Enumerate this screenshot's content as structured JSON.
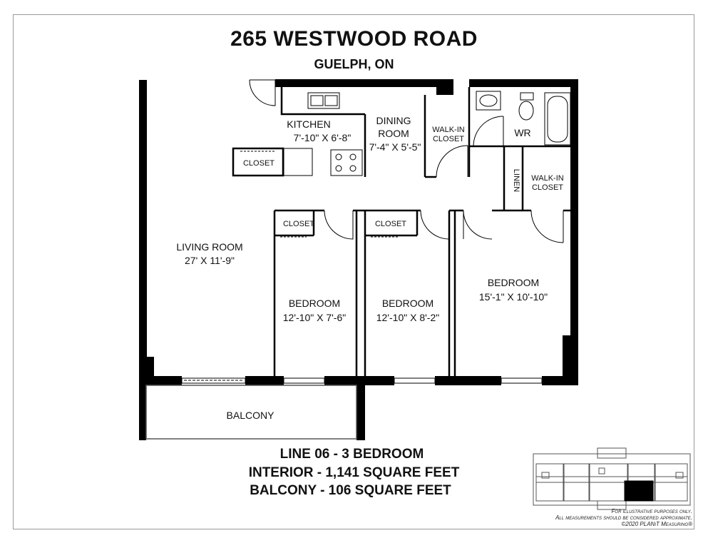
{
  "header": {
    "address": "265 WESTWOOD ROAD",
    "city": "GUELPH, ON"
  },
  "rooms": {
    "kitchen": {
      "name": "KITCHEN",
      "dims": "7'-10\" X 6'-8\""
    },
    "dining": {
      "name_line1": "DINING",
      "name_line2": "ROOM",
      "dims": "7'-4\" X 5'-5\""
    },
    "walkin1": {
      "line1": "WALK-IN",
      "line2": "CLOSET"
    },
    "wr": {
      "name": "WR"
    },
    "linen": {
      "name": "LINEN"
    },
    "walkin2": {
      "line1": "WALK-IN",
      "line2": "CLOSET"
    },
    "closet_kitchen": {
      "name": "CLOSET"
    },
    "closet_bed1": {
      "name": "CLOSET"
    },
    "closet_bed2": {
      "name": "CLOSET"
    },
    "living": {
      "name": "LIVING ROOM",
      "dims": "27' X 11'-9\""
    },
    "bedroom1": {
      "name": "BEDROOM",
      "dims": "12'-10\" X 7'-6\""
    },
    "bedroom2": {
      "name": "BEDROOM",
      "dims": "12'-10\" X 8'-2\""
    },
    "bedroom3": {
      "name": "BEDROOM",
      "dims": "15'-1\" X 10'-10\""
    },
    "balcony": {
      "name": "BALCONY"
    }
  },
  "summary": {
    "line1": "LINE 06 - 3 BEDROOM",
    "line2": "INTERIOR - 1,141 SQUARE FEET",
    "line3": "BALCONY - 106 SQUARE FEET"
  },
  "disclaimer": {
    "line1": "For illustrative purposes only.",
    "line2": "All measurements should be considered approximate.",
    "line3": "©2020 PLANiT Measuring®"
  }
}
